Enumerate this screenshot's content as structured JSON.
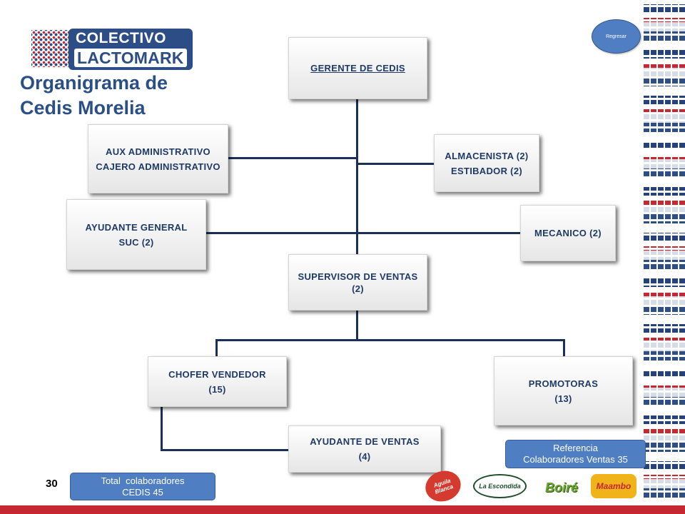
{
  "header": {
    "logo_line1": "COLECTIVO",
    "logo_line2": "LACTOMARK",
    "title_line1": "Organigrama de",
    "title_line2": "Cedis Morelia"
  },
  "nav": {
    "back_label": "Regresar"
  },
  "org": {
    "gerente": "GERENTE DE CEDIS",
    "aux_line1": "AUX ADMINISTRATIVO",
    "aux_line2": "CAJERO ADMINISTRATIVO",
    "almacen_line1": "ALMACENISTA (2)",
    "almacen_line2": "ESTIBADOR (2)",
    "ayudante_gral_line1": "AYUDANTE GENERAL",
    "ayudante_gral_line2": "SUC (2)",
    "mecanico": "MECANICO (2)",
    "supervisor_line1": "SUPERVISOR DE VENTAS",
    "supervisor_line2": "(2)",
    "chofer_line1": "CHOFER VENDEDOR",
    "chofer_line2": "(15)",
    "promotoras_line1": "PROMOTORAS",
    "promotoras_line2": "(13)",
    "ayudante_ventas_line1": "AYUDANTE DE VENTAS",
    "ayudante_ventas_line2": "(4)"
  },
  "footer": {
    "page_number": "30",
    "total_line1": "Total  colaboradores",
    "total_line2": "CEDIS 45",
    "ref_line1": "Referencia",
    "ref_line2": "Colaboradores Ventas 35",
    "brands": [
      "Aguila Blanca",
      "La Escondida",
      "Boiré",
      "Maambo"
    ]
  },
  "colors": {
    "accent": "#2a4f86",
    "line": "#1b2f57",
    "red_strip": "#c62832",
    "pill": "#4f7ec2"
  }
}
